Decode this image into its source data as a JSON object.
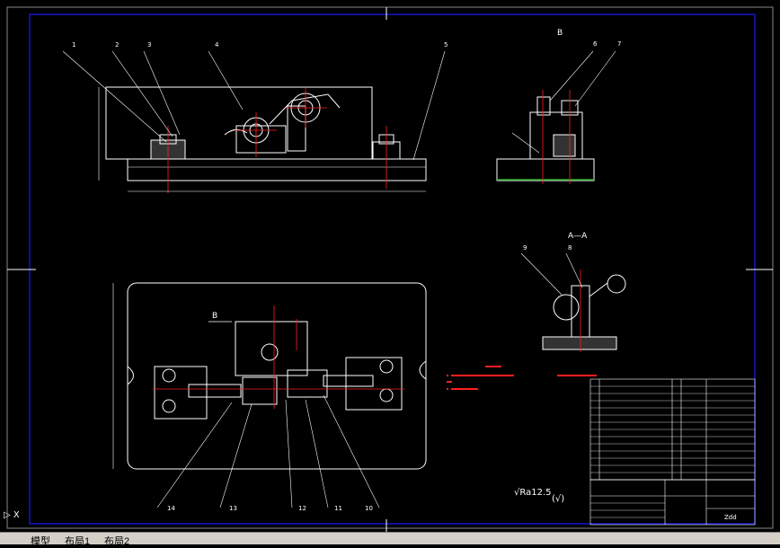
{
  "view_labels": {
    "section_b": "B",
    "section_aa": "A—A",
    "arrow_b": "B"
  },
  "balloons": [
    "1",
    "2",
    "3",
    "4",
    "5",
    "6",
    "7",
    "8",
    "9",
    "10",
    "11",
    "12",
    "13",
    "14"
  ],
  "roughness": {
    "main_symbol": "Ra12.5",
    "main_check": "(√)"
  },
  "tabs": {
    "model": "模型",
    "layout1": "布局1",
    "layout2": "布局2"
  },
  "title_block": {
    "sign": "Zdd"
  },
  "colors": {
    "background": "#000000",
    "frame": "#1c1cff",
    "lines": "#ffffff",
    "centerline": "#ff2020",
    "ground": "#1faa1f"
  }
}
